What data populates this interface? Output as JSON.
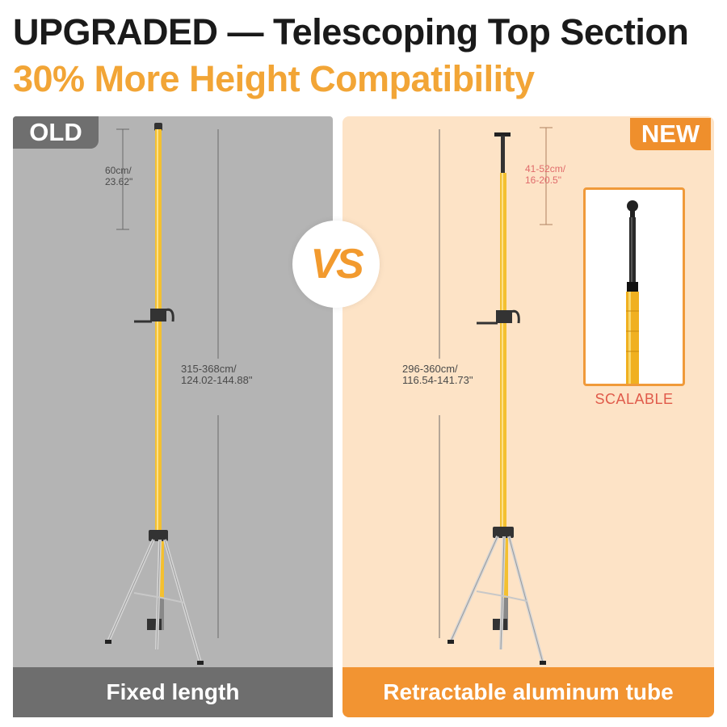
{
  "header": {
    "title": "UPGRADED — Telescoping Top Section",
    "subtitle": "30% More Height Compatibility"
  },
  "old_panel": {
    "badge": "OLD",
    "top_section_measure": [
      "60cm/",
      "23.62\""
    ],
    "total_measure": [
      "315-368cm/",
      "124.02-144.88\""
    ],
    "footer": "Fixed length"
  },
  "new_panel": {
    "badge": "NEW",
    "top_section_measure": [
      "41-52cm/",
      "16-20.5\""
    ],
    "total_measure": [
      "296-360cm/",
      "116.54-141.73\""
    ],
    "inset_label": "SCALABLE",
    "footer": "Retractable aluminum tube"
  },
  "vs_badge": "VS",
  "colors": {
    "accent_orange": "#f29432",
    "headline_orange": "#f2a536",
    "old_panel_bg": "#b4b4b4",
    "new_panel_bg": "#fde3c6",
    "pole_yellow": "#f4c030"
  }
}
